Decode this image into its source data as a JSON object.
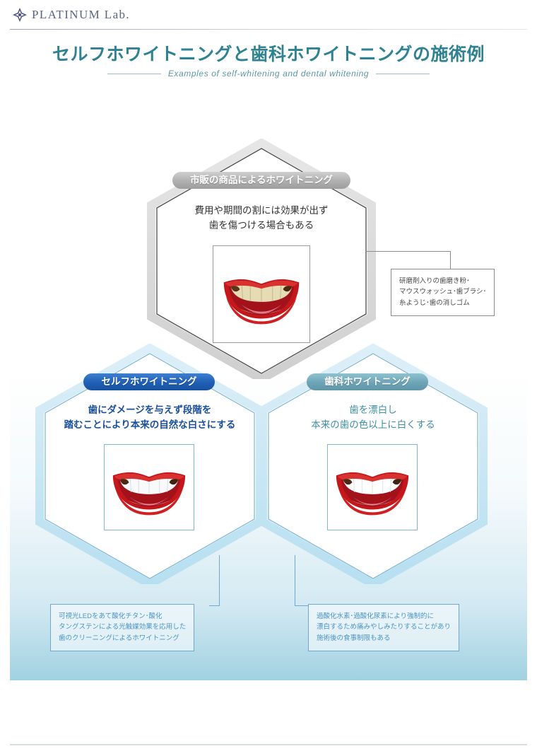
{
  "brand": {
    "logo_text": "PLATINUM Lab.",
    "logo_icon": "diamond-flower-icon"
  },
  "header": {
    "title": "セルフホワイトニングと歯科ホワイトニングの施術例",
    "subtitle": "Examples of self-whitening and dental whitening"
  },
  "colors": {
    "title_teal": "#2e8291",
    "badge_gray": "#b2b2b2",
    "badge_blue": "#1f5fb4",
    "badge_teal": "#6da4b6",
    "hex_gray_stroke": "#4a4a4a",
    "hex_blue_stroke": "#9fd0e8",
    "callout_blue": "#6fa8cc",
    "bg_bottom": "#9ccfe0"
  },
  "diagram": {
    "nodes": [
      {
        "id": "commercial",
        "badge": "市販の商品によるホワイトニング",
        "badge_style": "gray",
        "description_lines": [
          "費用や期間の割には効果が出ず",
          "歯を傷つける場合もある"
        ],
        "photo_alt": "stained-teeth-smile",
        "teeth_tone": "stained"
      },
      {
        "id": "self",
        "badge": "セルフホワイトニング",
        "badge_style": "blue",
        "description_lines": [
          "歯にダメージを与えず段階を",
          "踏むことにより本来の自然な白さにする"
        ],
        "photo_alt": "white-teeth-smile",
        "teeth_tone": "white"
      },
      {
        "id": "dental",
        "badge": "歯科ホワイトニング",
        "badge_style": "teal",
        "description_lines": [
          "歯を漂白し",
          "本来の歯の色以上に白くする"
        ],
        "photo_alt": "bright-white-teeth-smile",
        "teeth_tone": "bright"
      }
    ],
    "callouts": [
      {
        "id": "commercial-note",
        "style": "gray",
        "lines": [
          "研磨剤入りの歯磨き粉･",
          "マウスウォッシュ･歯ブラシ･",
          "糸ようじ･歯の消しゴム"
        ]
      },
      {
        "id": "self-note",
        "style": "blue",
        "lines": [
          "可視光LEDをあて酸化チタン･酸化",
          "タングステンによる光触媒効果を応用した",
          "歯のクリーニングによるホワイトニング"
        ]
      },
      {
        "id": "dental-note",
        "style": "blue",
        "lines": [
          "過酸化水素･過酸化尿素により強制的に",
          "漂白するため痛みやしみたりすることがあり",
          "施術後の食事制限もある"
        ]
      }
    ]
  }
}
